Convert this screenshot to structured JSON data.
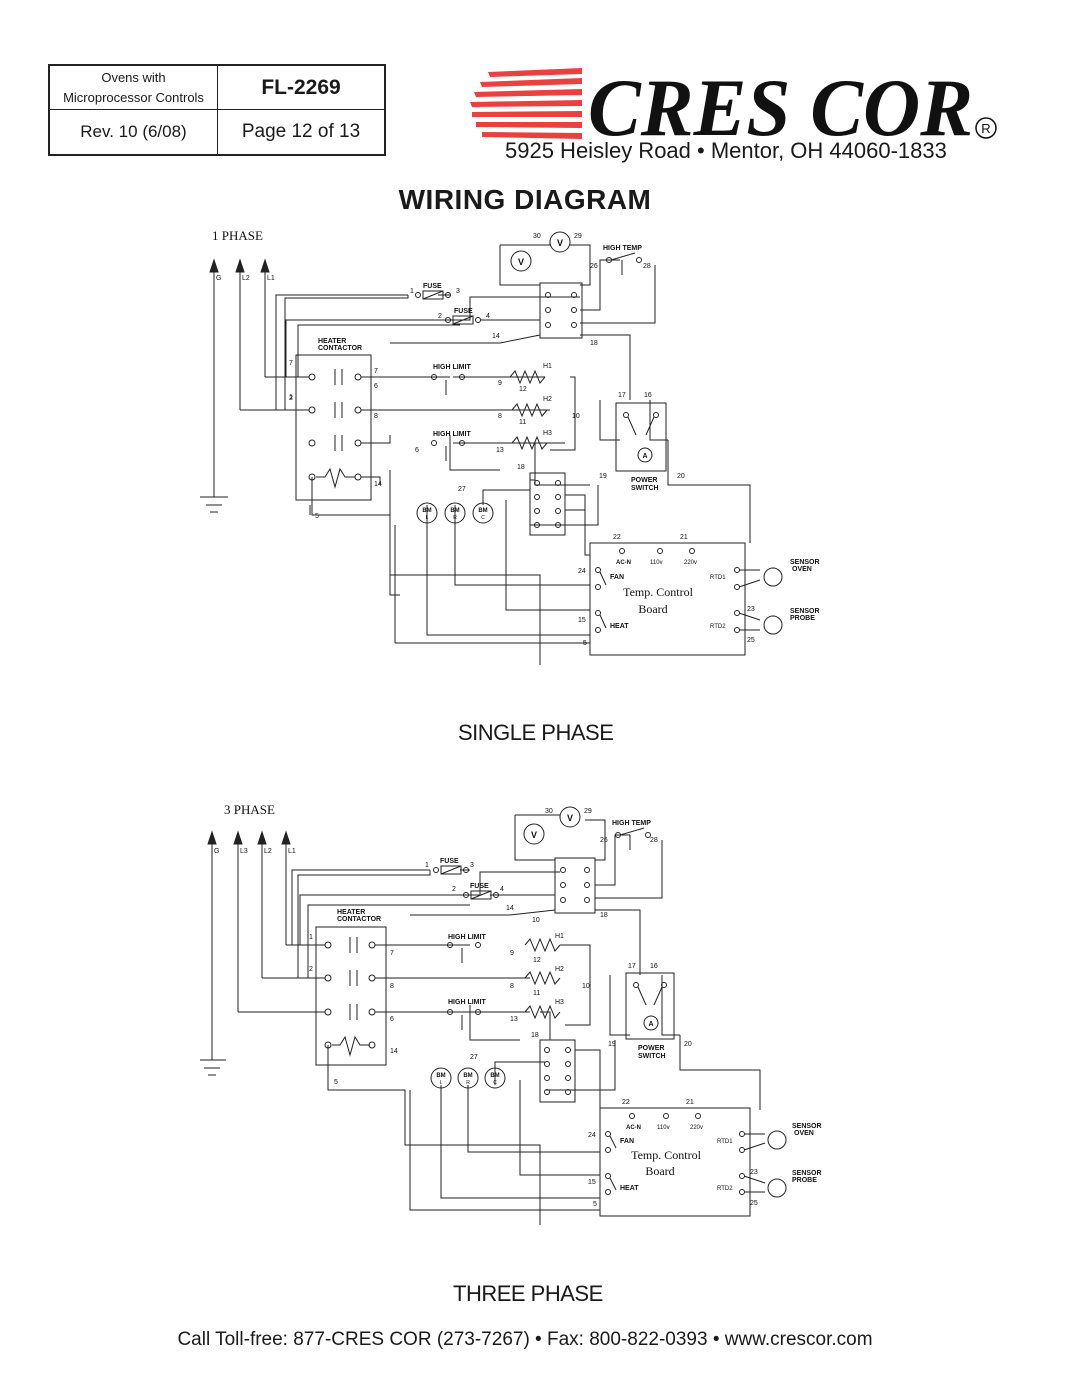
{
  "header": {
    "doc_type_line1": "Ovens with",
    "doc_type_line2": "Microprocessor Controls",
    "form_number": "FL-2269",
    "revision": "Rev. 10 (6/08)",
    "page": "Page 12 of 13"
  },
  "brand": {
    "name": "CRES COR",
    "registered_mark": "R",
    "address": "5925 Heisley Road • Mentor, OH 44060-1833",
    "stripe_color": "#e8413f"
  },
  "page_title": "WIRING DIAGRAM",
  "diagrams": [
    {
      "phase_label": "1 PHASE",
      "caption": "SINGLE PHASE",
      "supply_lines": [
        "G",
        "L2",
        "L1"
      ]
    },
    {
      "phase_label": "3 PHASE",
      "caption": "THREE PHASE",
      "supply_lines": [
        "G",
        "L3",
        "L2",
        "L1"
      ]
    }
  ],
  "labels": {
    "fuse": "FUSE",
    "heater_contactor_1": "HEATER",
    "heater_contactor_2": "CONTACTOR",
    "high_limit": "HIGH LIMIT",
    "high_temp": "HIGH TEMP",
    "power_switch_1": "POWER",
    "power_switch_2": "SWITCH",
    "volt_meter": "V",
    "amp_meter": "A",
    "h1": "H1",
    "h2": "H2",
    "h3": "H3",
    "bm": "BM",
    "bm_l": "L",
    "bm_r": "R",
    "bm_c": "C",
    "ac_n": "AC-N",
    "v110": "110v",
    "v220": "220v",
    "fan": "FAN",
    "heat": "HEAT",
    "rtd1": "RTD1",
    "rtd2": "RTD2",
    "temp_control_1": "Temp. Control",
    "temp_control_2": "Board",
    "sensor": "SENSOR",
    "oven": "OVEN",
    "probe": "PROBE"
  },
  "footer": "Call Toll-free: 877-CRES COR (273-7267) • Fax: 800-822-0393 • www.crescor.com"
}
